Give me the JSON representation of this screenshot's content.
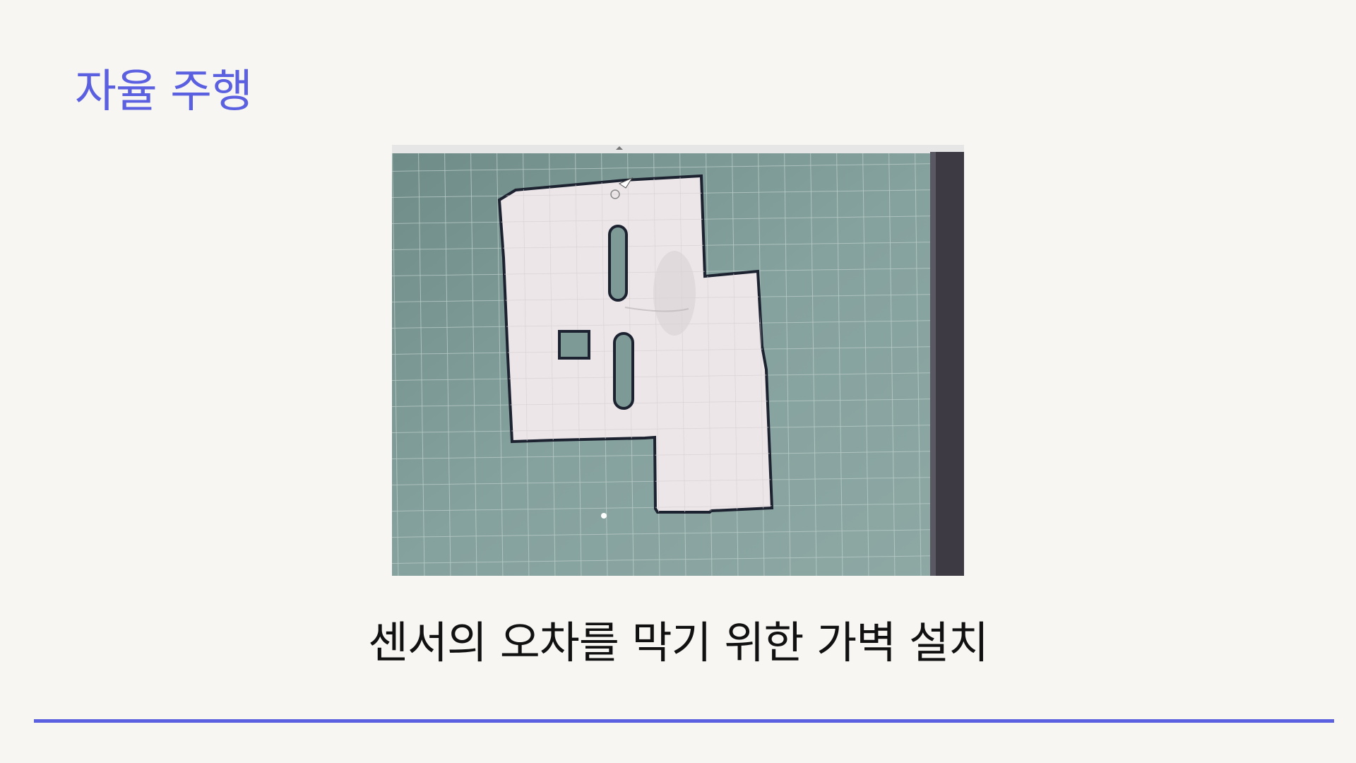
{
  "slide": {
    "title": "자율 주행",
    "caption": "센서의 오차를 막기 위한 가벽 설치",
    "image": {
      "kind": "photo",
      "subject": "occupancy-grid-map",
      "icon": "map-photo"
    }
  },
  "colors": {
    "accent": "#5b60e0",
    "background": "#f7f6f3",
    "text": "#111111",
    "map_free": "#ece6e8",
    "map_unknown": "#7e9a96",
    "map_wall": "#1c2230"
  }
}
